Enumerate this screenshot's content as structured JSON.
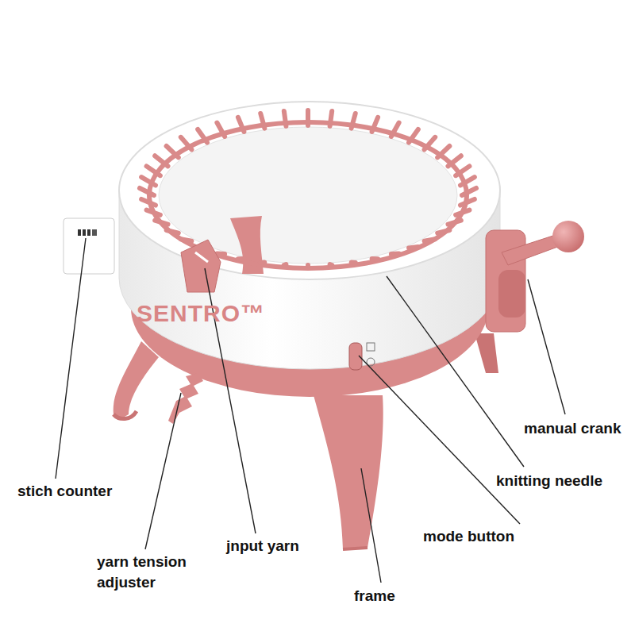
{
  "diagram": {
    "labels": [
      "SENTRO™",
      "stich counter",
      "yarn tension adjuster",
      "jnput yarn",
      "mode button",
      "frame",
      "knitting needle",
      "manual crank"
    ]
  }
}
